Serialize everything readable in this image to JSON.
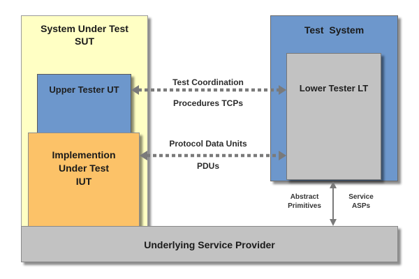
{
  "sut": {
    "line1": "System Under Test",
    "line2": "SUT"
  },
  "test_system": {
    "title": "Test  System"
  },
  "upper_tester": {
    "label": "Upper Tester UT"
  },
  "lower_tester": {
    "label": "Lower Tester LT"
  },
  "iut": {
    "line1": "Implemention",
    "line2": "Under Test",
    "line3": "IUT"
  },
  "service_provider": {
    "label": "Underlying Service Provider"
  },
  "coordination": {
    "line1": "Test Coordination",
    "line2": "Procedures TCPs"
  },
  "pdu": {
    "line1": "Protocol Data Units",
    "line2": "PDUs"
  },
  "abstract": {
    "line1": "Abstract",
    "line2": "Primitives"
  },
  "service": {
    "line1": "Service",
    "line2": "ASPs"
  },
  "colors": {
    "sut_fill": "#ffffc4",
    "test_system_fill": "#6d97cc",
    "tester_fill": "#c2c2c2",
    "iut_fill": "#fcc268",
    "arrow": "#7a7a7a"
  }
}
